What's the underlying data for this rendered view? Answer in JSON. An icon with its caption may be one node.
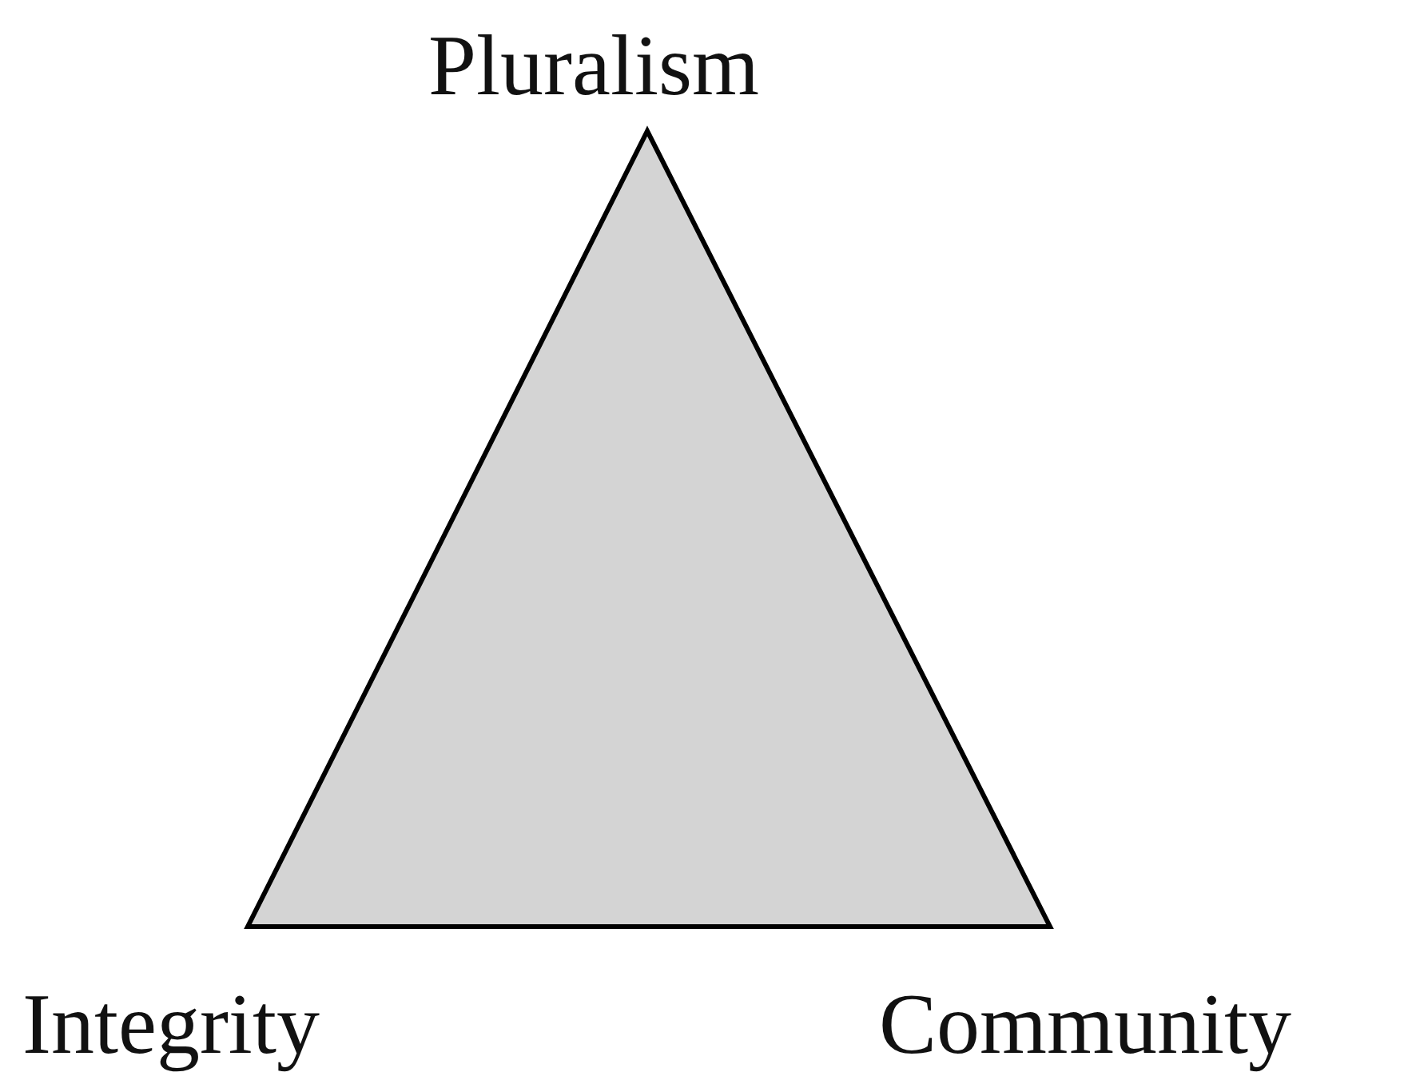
{
  "diagram": {
    "labels": [
      "Pluralism",
      "Integrity",
      "Community"
    ]
  }
}
